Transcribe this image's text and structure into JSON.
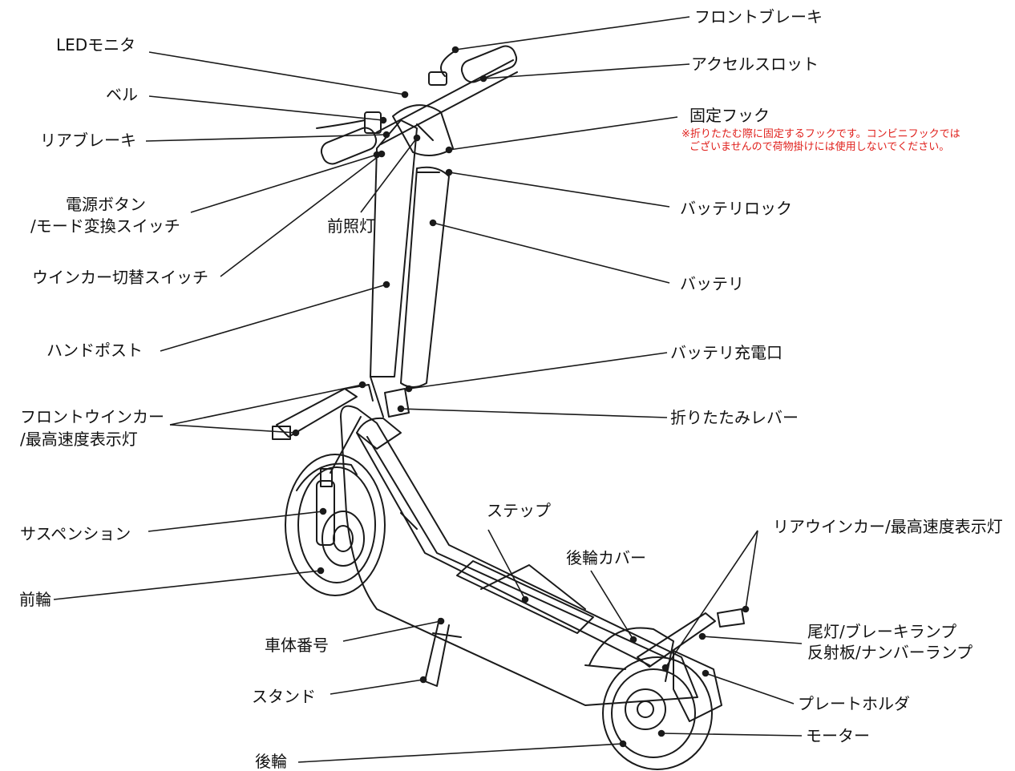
{
  "diagram": {
    "labels": {
      "front_brake": "フロントブレーキ",
      "led_monitor": "LEDモニタ",
      "accel_throttle": "アクセルスロット",
      "bell": "ベル",
      "fixing_hook": "固定フック",
      "fixing_hook_note_1": "※折りたたむ際に固定するフックです。コンビニフックでは",
      "fixing_hook_note_2": "ございませんので荷物掛けには使用しないでください。",
      "rear_brake": "リアブレーキ",
      "power_button_1": "電源ボタン",
      "power_button_2": "/モード変換スイッチ",
      "headlight": "前照灯",
      "battery_lock": "バッテリロック",
      "turn_signal_switch": "ウインカー切替スイッチ",
      "battery": "バッテリ",
      "handpost": "ハンドポスト",
      "battery_charge_port": "バッテリ充電口",
      "front_winker_1": "フロントウインカー",
      "front_winker_2": "/最高速度表示灯",
      "folding_lever": "折りたたみレバー",
      "step": "ステップ",
      "rear_winker": "リアウインカー/最高速度表示灯",
      "suspension": "サスペンション",
      "rear_wheel_cover": "後輪カバー",
      "front_wheel": "前輪",
      "tail_light_1": "尾灯/ブレーキランプ",
      "tail_light_2": "反射板/ナンバーランプ",
      "frame_number": "車体番号",
      "plate_holder": "プレートホルダ",
      "stand": "スタンド",
      "motor": "モーター",
      "rear_wheel": "後輪"
    },
    "colors": {
      "line": "#1a1a1a",
      "note": "#e0201c",
      "background": "#ffffff"
    }
  }
}
